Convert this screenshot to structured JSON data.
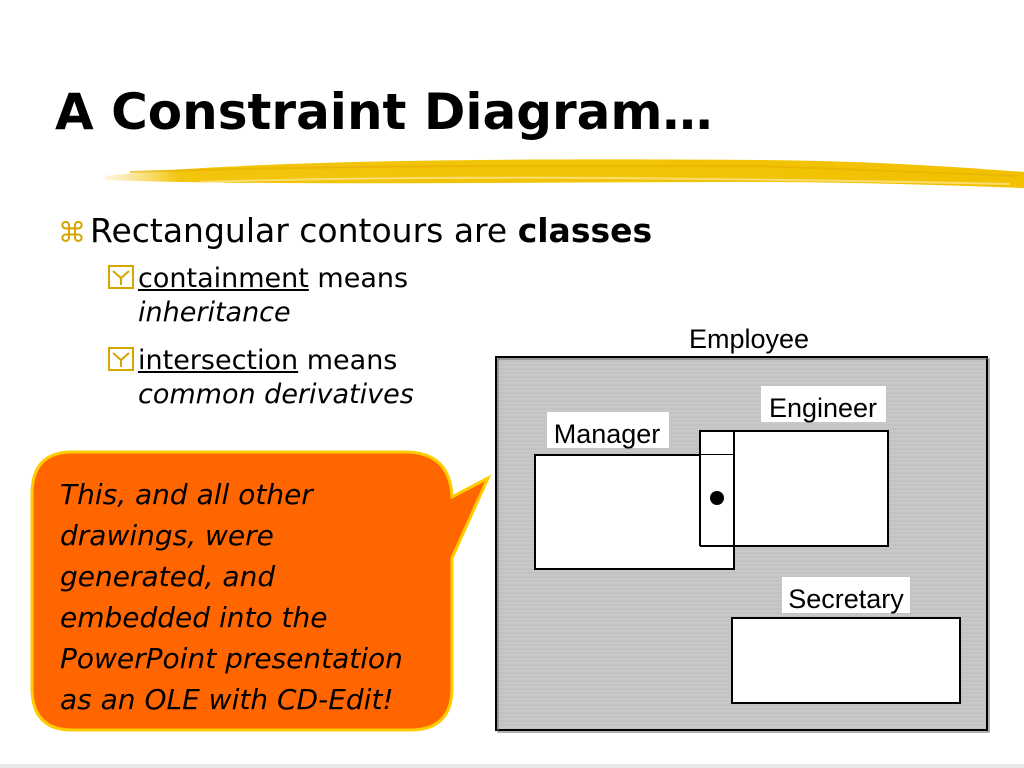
{
  "slide": {
    "title": "A Constraint Diagram…",
    "bullets": [
      {
        "text_prefix": "Rectangular contours are ",
        "text_bold": "classes",
        "sub": [
          {
            "underlined": "containment",
            "rest": " means",
            "italic": "inheritance"
          },
          {
            "underlined": "intersection",
            "rest": " means",
            "italic": "common derivatives"
          }
        ]
      }
    ],
    "bullet_glyph": "⌘",
    "callout_text": "This, and all other\ndrawings, were\ngenerated, and\nembedded into the\nPowerPoint presentation\nas an OLE with CD-Edit!"
  },
  "diagram": {
    "contours": {
      "outer": "Employee",
      "manager": "Manager",
      "engineer": "Engineer",
      "secretary": "Secretary"
    },
    "spot_count": 1
  },
  "colors": {
    "callout_fill": "#ff6600",
    "callout_border": "#ffcc00",
    "accent_yellow": "#f2c200",
    "diagram_bg": "#c8c8c8"
  }
}
